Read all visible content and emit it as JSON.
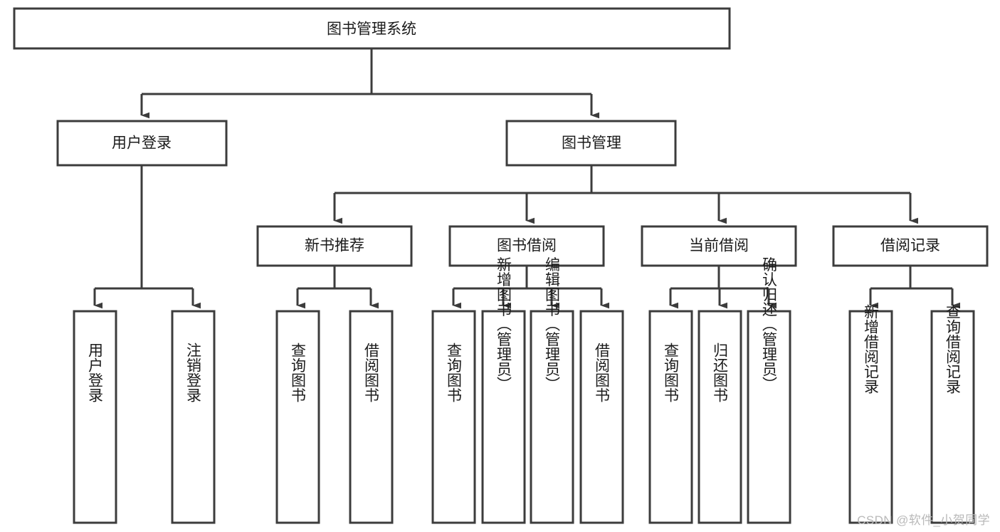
{
  "diagram": {
    "type": "tree-hierarchy",
    "orientation": "top-down",
    "title": "图书管理系统",
    "colors": {
      "box_stroke": "#3c3c3c",
      "box_fill": "#ffffff",
      "connector": "#3c3c3c",
      "text": "#1b1b1b",
      "watermark": "#b9b9b9",
      "background": "#ffffff"
    },
    "levels": {
      "level1": "系统",
      "level2": "模块",
      "level3": "子模块",
      "level4": "功能"
    },
    "root": {
      "id": "root",
      "label": "图书管理系统",
      "orientation": "horizontal"
    },
    "level2_nodes": [
      {
        "id": "user-login",
        "label": "用户登录",
        "orientation": "horizontal"
      },
      {
        "id": "book-manage",
        "label": "图书管理",
        "orientation": "horizontal"
      }
    ],
    "level3_nodes": [
      {
        "id": "new-book-recommend",
        "label": "新书推荐",
        "orientation": "horizontal",
        "parent": "book-manage"
      },
      {
        "id": "book-borrow",
        "label": "图书借阅",
        "orientation": "horizontal",
        "parent": "book-manage"
      },
      {
        "id": "current-borrow",
        "label": "当前借阅",
        "orientation": "horizontal",
        "parent": "book-manage"
      },
      {
        "id": "borrow-record",
        "label": "借阅记录",
        "orientation": "horizontal",
        "parent": "book-manage"
      }
    ],
    "leaf_groups": [
      {
        "parent": "user-login",
        "leaves": [
          {
            "id": "leaf-user-login",
            "label": "用户登录",
            "orientation": "vertical"
          },
          {
            "id": "leaf-logout",
            "label": "注销登录",
            "orientation": "vertical"
          }
        ]
      },
      {
        "parent": "new-book-recommend",
        "leaves": [
          {
            "id": "leaf-query-book-1",
            "label": "查询图书",
            "orientation": "vertical"
          },
          {
            "id": "leaf-borrow-book-1",
            "label": "借阅图书",
            "orientation": "vertical"
          }
        ]
      },
      {
        "parent": "book-borrow",
        "leaves": [
          {
            "id": "leaf-query-book-2",
            "label": "查询图书",
            "orientation": "vertical"
          },
          {
            "id": "leaf-add-book",
            "label": "新增图书（管理员）",
            "orientation": "vertical"
          },
          {
            "id": "leaf-edit-book",
            "label": "编辑图书（管理员）",
            "orientation": "vertical"
          },
          {
            "id": "leaf-borrow-book-2",
            "label": "借阅图书",
            "orientation": "vertical"
          }
        ]
      },
      {
        "parent": "current-borrow",
        "leaves": [
          {
            "id": "leaf-query-book-3",
            "label": "查询图书",
            "orientation": "vertical"
          },
          {
            "id": "leaf-return-book",
            "label": "归还图书",
            "orientation": "vertical"
          },
          {
            "id": "leaf-confirm-return",
            "label": "确认归还（管理员）",
            "orientation": "vertical"
          }
        ]
      },
      {
        "parent": "borrow-record",
        "leaves": [
          {
            "id": "leaf-add-record",
            "label": "新增借阅记录",
            "orientation": "vertical"
          },
          {
            "id": "leaf-query-record",
            "label": "查询借阅记录",
            "orientation": "vertical"
          }
        ]
      }
    ]
  },
  "watermark": {
    "text": "CSDN @软件_小贺同学"
  }
}
